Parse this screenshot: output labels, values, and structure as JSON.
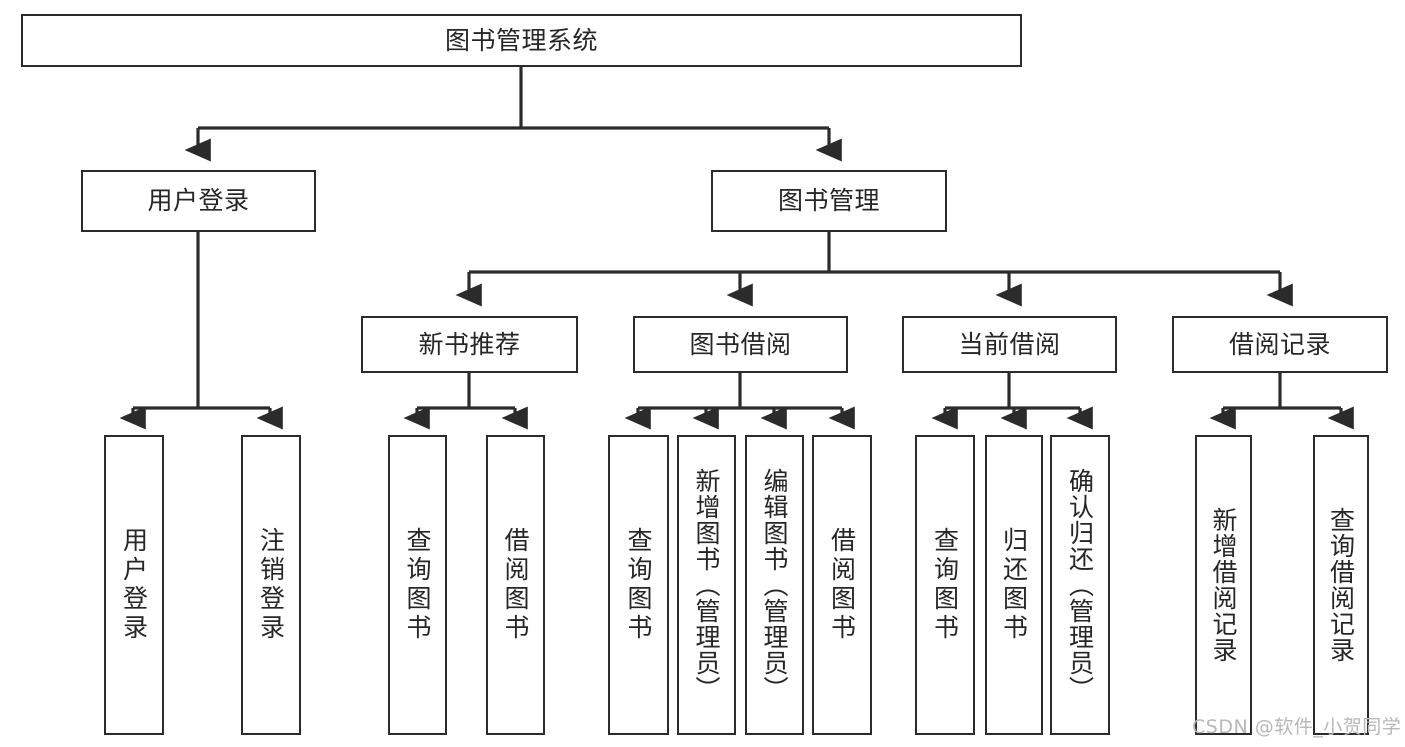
{
  "diagram": {
    "type": "tree-hierarchy",
    "title": "图书管理系统",
    "orientation": "top-down",
    "edge_style": "orthogonal-arrow",
    "colors": {
      "box_border": "#2b2b2b",
      "box_fill": "#ffffff",
      "edge": "#2b2b2b",
      "text": "#262626",
      "watermark": "#b8b8b8",
      "background": "#ffffff"
    },
    "nodes": {
      "root": {
        "label": "图书管理系统",
        "level": 1
      },
      "level2": [
        {
          "id": "user-login",
          "label": "用户登录"
        },
        {
          "id": "book-manage",
          "label": "图书管理"
        }
      ],
      "level3": [
        {
          "id": "new-book-recommend",
          "label": "新书推荐"
        },
        {
          "id": "book-borrow",
          "label": "图书借阅"
        },
        {
          "id": "current-borrow",
          "label": "当前借阅"
        },
        {
          "id": "borrow-record",
          "label": "借阅记录"
        }
      ],
      "leaves": {
        "user_login": [
          {
            "id": "leaf-user-login",
            "label": "用户登录"
          },
          {
            "id": "leaf-logout-login",
            "label": "注销登录"
          }
        ],
        "new_book_recommend": [
          {
            "id": "leaf-query-book-1",
            "label": "查询图书"
          },
          {
            "id": "leaf-borrow-book-1",
            "label": "借阅图书"
          }
        ],
        "book_borrow": [
          {
            "id": "leaf-query-book-2",
            "label": "查询图书"
          },
          {
            "id": "leaf-add-book",
            "label": "新增图书（管理员）"
          },
          {
            "id": "leaf-edit-book",
            "label": "编辑图书（管理员）"
          },
          {
            "id": "leaf-borrow-book-2",
            "label": "借阅图书"
          }
        ],
        "current_borrow": [
          {
            "id": "leaf-query-book-3",
            "label": "查询图书"
          },
          {
            "id": "leaf-return-book",
            "label": "归还图书"
          },
          {
            "id": "leaf-confirm-return",
            "label": "确认归还（管理员）"
          }
        ],
        "borrow_record": [
          {
            "id": "leaf-add-record",
            "label": "新增借阅记录"
          },
          {
            "id": "leaf-query-record",
            "label": "查询借阅记录"
          }
        ]
      }
    }
  },
  "watermark": {
    "text": "CSDN @软件_小贺同学"
  }
}
